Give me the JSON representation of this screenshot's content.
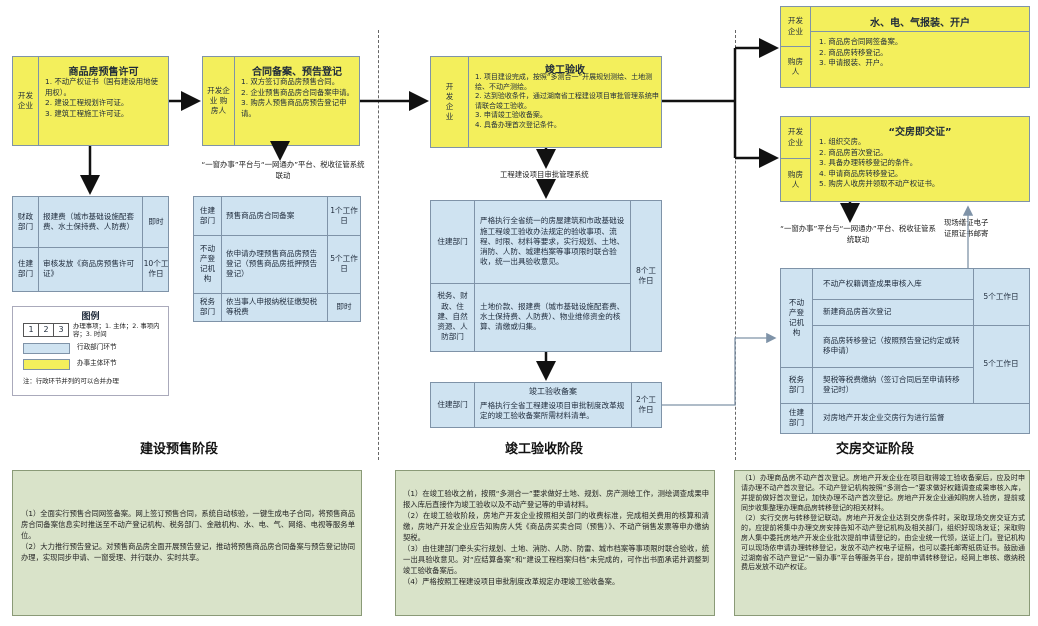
{
  "stage1": {
    "label": "建设预售阶段",
    "presale_box": {
      "side": "开发企业",
      "title": "商品房预售许可",
      "items": [
        "1. 不动产权证书（国有建设用地使用权）。",
        "2. 建设工程规划许可证。",
        "3. 建筑工程施工许可证。"
      ]
    },
    "contract_box": {
      "side": "开发企业 购房人",
      "title": "合同备案、预告登记",
      "items": [
        "1. 双方签订商品房预售合同。",
        "2. 企业预售商品房合同备案申请。",
        "3. 购房人预售商品房预告登记申请。"
      ]
    },
    "platform_note": "“一窗办事”平台与“一网通办”平台、税收征管系统联动",
    "fee_table": [
      {
        "dept": "财政部门",
        "content": "报建费（城市基础设施配套费、水土保持费、人防费）",
        "time": "即时"
      },
      {
        "dept": "住建部门",
        "content": "审核发放《商品房预售许可证》",
        "time": "10个工作日"
      }
    ],
    "contract_table": [
      {
        "dept": "住建部门",
        "content": "预售商品房合同备案",
        "time": "1个工作日"
      },
      {
        "dept": "不动产登记机构",
        "content": "依申请办理预售商品房预告登记（预售商品房抵押预告登记）",
        "time": "5个工作日"
      },
      {
        "dept": "税务部门",
        "content": "依当事人申报纳税征缴契税等税费",
        "time": "即时"
      }
    ],
    "legend": {
      "title": "图例",
      "nums": [
        "1",
        "2",
        "3"
      ],
      "num_desc": "办理事项；1. 主体；2. 事项内容；3. 时间",
      "blue_desc": "行政部门环节",
      "yellow_desc": "办事主体环节",
      "note": "注：行政环节并列的可以合并办理"
    },
    "footer": "（1）全面实行预售合同网签备案。网上签订预售合同，系统自动核验，一键生成电子合同，将预售商品房合同备案信息实时推送至不动产登记机构、税务部门、金融机构、水、电、气、网络、电视等服务单位。\n（2）大力推行预告登记。对预售商品房全面开展预告登记，推动将预售商品房合同备案与预告登记协同办理，实现同步申请、一窗受理、并行联办、实时共享。"
  },
  "stage2": {
    "label": "竣工验收阶段",
    "main_box": {
      "side": "开发企业",
      "title": "竣工验收",
      "items": [
        "1. 项目建设完成，按照“多测合一”开展规划测绘、土地测绘、不动产测绘。",
        "2. 达到验收条件，通过湖南省工程建设项目审批管理系统申请联合竣工验收。",
        "3. 申请竣工验收备案。",
        "4. 具备办理首次登记条件。"
      ]
    },
    "system_note": "工程建设项目审批管理系统",
    "table": {
      "rows": [
        {
          "dept": "住建部门",
          "content": "严格执行全省统一的房屋建筑和市政基础设施工程竣工验收办法规定的验收事项、流程、时限、材料等要求，实行规划、土地、消防、人防、城建档案等事项限时联合验收，统一出具验收意见。"
        },
        {
          "dept": "税务、财政、住建、自然资源、人防部门",
          "content": "土地价款、报建费（城市基础设施配套费、水土保持费、人防费）、物业维修资金的核算、清缴或归集。"
        }
      ],
      "time": "8个工作日"
    },
    "record_box": {
      "dept": "住建部门",
      "title": "竣工验收备案",
      "content": "严格执行全省工程建设项目审批制度改革规定的竣工验收备案所需材料清单。",
      "time": "2个工作日"
    },
    "footer": "（1）在竣工验收之前，按照“多测合一”要求做好土地、规划、房产测绘工作，测绘调查成果申报入库后直接作为竣工验收以及不动产登记等的申请材料。\n（2）在竣工验收阶段，房地产开发企业按照相关部门的收费标准，完成相关费用的核算和清缴，房地产开发企业应告知购房人凭《商品房买卖合同（预售）》、不动产销售发票等申办缴纳契税。\n（3）由住建部门牵头实行规划、土地、消防、人防、防雷、城市档案等事项限时联合验收，统一出具验收意见。对“应结算备案”和“建设工程档案归档”未完成的，可作出书面承诺并调整到竣工验收备案后。\n（4）严格按照工程建设项目审批制度改革规定办理竣工验收备案。"
  },
  "stage3": {
    "label": "交房交证阶段",
    "utility_box": {
      "side_top": "开发企业",
      "side_bottom": "购房人",
      "title": "水、电、气报装、开户",
      "items": [
        "1. 商品房合同网签备案。",
        "2. 商品房转移登记。",
        "3. 申请报装、开户。"
      ]
    },
    "handover_box": {
      "side_top": "开发企业",
      "side_bottom": "购房人",
      "title": "“交房即交证”",
      "items": [
        "1. 组织交房。",
        "2. 商品房首次登记。",
        "3. 具备办理转移登记的条件。",
        "4. 申请商品房转移登记。",
        "5. 购房人收房并领取不动产权证书。"
      ]
    },
    "platform_note": "“一窗办事”平台与“一网通办”平台、税收征管系统联动",
    "cert_note": "现场缮证电子证照证书邮寄",
    "table": {
      "registry_dept": "不动产登记机构",
      "items": [
        "不动产权籍调查成果审核入库",
        "新建商品房首次登记",
        "商品房转移登记（按照预告登记约定或转移申请）"
      ],
      "time_a": "5个工作日",
      "tax_dept": "税务部门",
      "tax_content": "契税等税费缴纳（签订合同后至申请转移登记时）",
      "time_b": "5个工作日",
      "build_dept": "住建部门",
      "build_content": "对房地产开发企业交房行为进行监督"
    },
    "footer": "（1）办理商品房不动产首次登记。房地产开发企业在项目取得竣工验收备案后，应及时申请办理不动产首次登记。不动产登记机构按照“多测合一”要求做好权籍调查成果审核入库，并提前做好首次登记，加快办理不动产首次登记。房地产开发企业通知购房人验房，提前或同步收集整理办理商品房转移登记的相关材料。\n（2）实行交房与转移登记联动。房地产开发企业达到交房条件时，采取现场交房交证方式的，应提前将集中办理交房安排告知不动产登记机构及相关部门，组织好现场发证；采取购房人集中委托房地产开发企业批次提前申请登记的，由企业统一代领，送证上门。登记机构可以现场依申请办理转移登记，发放不动产权电子证照，也可以委托邮寄纸质证书。鼓励通过湖南省不动产登记“一窗办事”平台等服务平台，提前申请转移登记，经网上审核、缴纳税费后发放不动产权证。"
  },
  "colors": {
    "yellow": "#f3ef5c",
    "blue": "#cfe3f1",
    "green": "#d9e3c9",
    "arrow": "#111111"
  }
}
